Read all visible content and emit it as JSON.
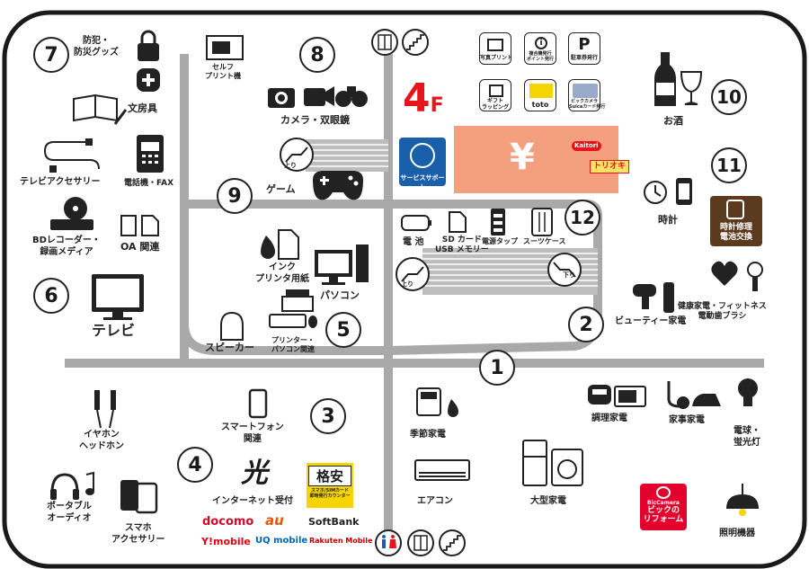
{
  "floor": {
    "number": "4",
    "suffix": "F"
  },
  "zones": [
    {
      "id": "zone-1",
      "num": "1"
    },
    {
      "id": "zone-2",
      "num": "2"
    },
    {
      "id": "zone-3",
      "num": "3"
    },
    {
      "id": "zone-4",
      "num": "4"
    },
    {
      "id": "zone-5",
      "num": "5"
    },
    {
      "id": "zone-6",
      "num": "6"
    },
    {
      "id": "zone-7",
      "num": "7"
    },
    {
      "id": "zone-8",
      "num": "8"
    },
    {
      "id": "zone-9",
      "num": "9"
    },
    {
      "id": "zone-10",
      "num": "10"
    },
    {
      "id": "zone-11",
      "num": "11"
    },
    {
      "id": "zone-12",
      "num": "12"
    }
  ],
  "labels": {
    "crime_disaster": "防犯・\n防災グッズ",
    "stationery": "文房具",
    "tv_accessory": "テレビアクセサリー",
    "phone_fax": "電話機・FAX",
    "bd_recorder": "BDレコーダー・\n録画メディア",
    "oa": "OA 関連",
    "tv": "テレビ",
    "self_print": "セルフ\nプリント機",
    "camera": "カメラ・双眼鏡",
    "game": "ゲーム",
    "ink": "インク\nプリンタ用紙",
    "pc": "パソコン",
    "speaker": "スピーカー",
    "printer_pc": "プリンター・\nパソコン関連",
    "battery": "電 池",
    "sdcard": "SD カード\nUSB メモリー",
    "power_tap": "電源タップ",
    "suitcase": "スーツケース",
    "liquor": "お酒",
    "watch": "時計",
    "watch_repair": "時計修理\n電池交換",
    "health": "健康家電・フィットネス\n電動歯ブラシ",
    "beauty": "ビューティー家電",
    "earphone": "イヤホン\nヘッドホン",
    "smartphone": "スマートフォン\n関連",
    "internet": "インターネット受付",
    "portable_audio": "ポータブル\nオーディオ",
    "smartphone_acc": "スマホ\nアクセサリー",
    "seasonal": "季節家電",
    "aircon": "エアコン",
    "large_appliance": "大型家電",
    "cooking": "調理家電",
    "housework": "家事家電",
    "bulb": "電球・\n蛍光灯",
    "lighting": "照明機器",
    "service_support": "サービスサポート",
    "escalator_up": "上り",
    "escalator_down": "下り"
  },
  "services": {
    "photo_print": "写真プリント",
    "point_issue": "複合機発行\nポイント発行",
    "parking": "駐車券発行",
    "gift": "ギフト\nラッピング",
    "toto": "toto",
    "suica": "ビックカメラ\nSuicaカード発行"
  },
  "brands": {
    "hikari": "光",
    "kakuyasu": "格安",
    "kakuyasu_sub": "スマホ/SIMカード\n即時発行カウンター",
    "docomo": "docomo",
    "au": "au",
    "softbank": "SoftBank",
    "ymobile": "Y!mobile",
    "uq": "UQ mobile",
    "rakuten": "Rakuten Mobile",
    "bic_reform_top": "BicCamera",
    "bic_reform_main": "ビックの\nリフォーム",
    "torioki": "トリオキ",
    "yen": "¥",
    "kaitori": "Kaitori"
  },
  "colors": {
    "aisle": "#a9a9a9",
    "floor_text": "#e8141b",
    "exchange_zone": "#f4a07f",
    "service_blue": "#1a5faa",
    "toto_yellow": "#f5d400",
    "repair_brown": "#5b3a1d",
    "docomo": "#d10a2b",
    "au": "#eb5505",
    "ymobile": "#e60012",
    "uq": "#0066b3",
    "rakuten": "#bf0000",
    "reform_red": "#e3002d"
  }
}
